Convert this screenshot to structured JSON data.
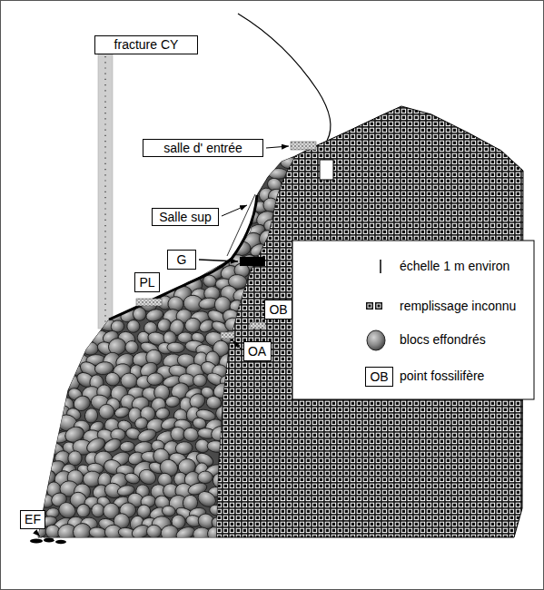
{
  "diagram": {
    "nodes": [
      {
        "text": [
          "fracture CY"
        ]
      },
      {
        "text": [
          "salle d' entrée"
        ]
      },
      {
        "text": [
          "Salle sup"
        ]
      },
      {
        "text": [
          "G"
        ]
      },
      {
        "text": [
          "PL"
        ]
      },
      {
        "text": [
          "OB"
        ]
      },
      {
        "text": [
          "OA"
        ]
      },
      {
        "text": [
          "EF"
        ]
      }
    ],
    "labels": [
      "OB"
    ],
    "legend": [
      {
        "text": "échelle 1 m environ"
      },
      {
        "text": "remplissage inconnu"
      },
      {
        "text": "blocs effondrés"
      },
      {
        "text": "point fossilifère"
      }
    ]
  }
}
